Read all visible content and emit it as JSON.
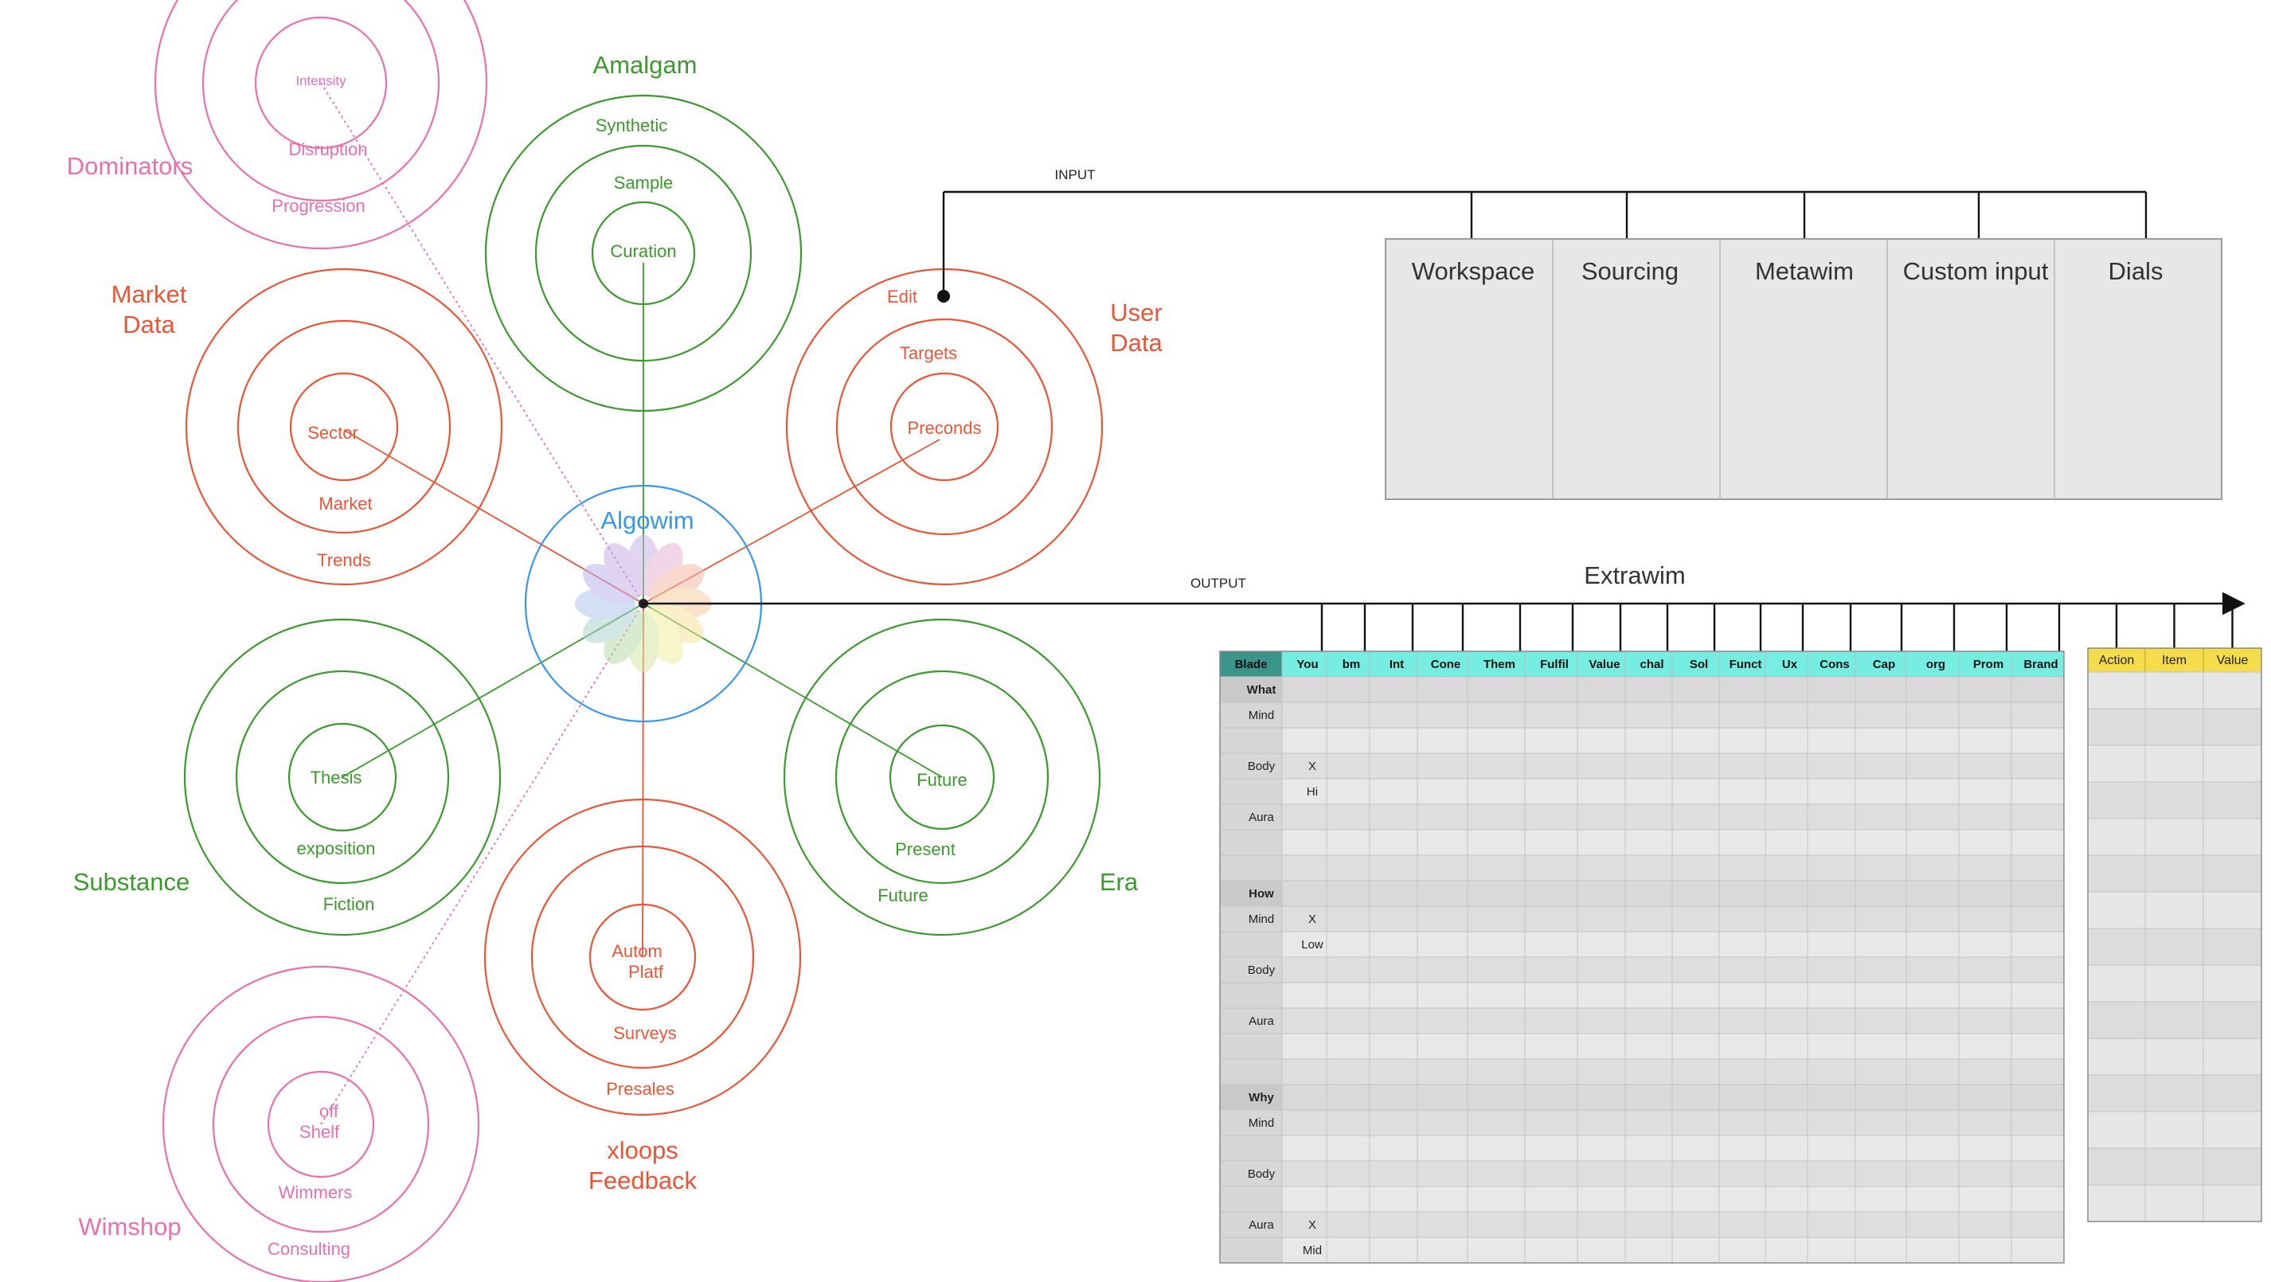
{
  "colors": {
    "pink": "#ea6fad",
    "red": "#ea5535",
    "green": "#3b9a2c",
    "blue": "#3796f0",
    "table_header": "#75ede0",
    "table_corner": "#3b9489",
    "side_header": "#f5dc4a",
    "cell": "#e8e8e8",
    "cell_alt": "#d9d9d9",
    "input_box": "#e7e7e7"
  },
  "groups": {
    "dominators": {
      "title": "Dominators",
      "rings": [
        "Intensity",
        "Disruption",
        "Progression"
      ]
    },
    "amalgam": {
      "title": "Amalgam",
      "rings": [
        "Curation",
        "Sample",
        "Synthetic"
      ]
    },
    "market_data": {
      "title_line1": "Market",
      "title_line2": "Data",
      "rings": [
        "Sector",
        "Market",
        "Trends"
      ]
    },
    "user_data": {
      "title_line1": "User",
      "title_line2": "Data",
      "rings": [
        "Preconds",
        "Targets",
        "Edit"
      ]
    },
    "algowim": {
      "title": "Algowim"
    },
    "substance": {
      "title": "Substance",
      "rings": [
        "Thesis",
        "exposition",
        "Fiction"
      ]
    },
    "era": {
      "title": "Era",
      "rings": [
        "Future",
        "Present",
        "Future"
      ]
    },
    "xloops": {
      "title_line1": "xloops",
      "title_line2": "Feedback",
      "rings_line1": "Autom",
      "rings_line2": "Platf",
      "rings": [
        "Surveys",
        "Presales"
      ]
    },
    "wimshop": {
      "title": "Wimshop",
      "rings_line1": "off",
      "rings_line2": "Shelf",
      "rings": [
        "Wimmers",
        "Consulting"
      ]
    }
  },
  "input": {
    "label": "INPUT",
    "boxes": [
      "Workspace",
      "Sourcing",
      "Metawim",
      "Custom input",
      "Dials"
    ]
  },
  "output": {
    "label": "OUTPUT",
    "title": "Extrawim"
  },
  "blade_table": {
    "columns": [
      "Blade",
      "You",
      "bm",
      "Int",
      "Cone",
      "Them",
      "Fulfil",
      "Value",
      "chal",
      "Sol",
      "Funct",
      "Ux",
      "Cons",
      "Cap",
      "org",
      "Prom",
      "Brand"
    ],
    "rows": [
      [
        "What",
        ""
      ],
      [
        "Mind",
        ""
      ],
      [
        "",
        ""
      ],
      [
        "Body",
        "X"
      ],
      [
        "",
        "Hi"
      ],
      [
        "Aura",
        ""
      ],
      [
        "",
        ""
      ],
      [
        "",
        ""
      ],
      [
        "How",
        ""
      ],
      [
        "Mind",
        "X"
      ],
      [
        "",
        "Low"
      ],
      [
        "Body",
        ""
      ],
      [
        "",
        ""
      ],
      [
        "Aura",
        ""
      ],
      [
        "",
        ""
      ],
      [
        "",
        ""
      ],
      [
        "Why",
        ""
      ],
      [
        "Mind",
        ""
      ],
      [
        "",
        ""
      ],
      [
        "Body",
        ""
      ],
      [
        "",
        ""
      ],
      [
        "Aura",
        "X"
      ],
      [
        "",
        "Mid"
      ]
    ],
    "section_rows": [
      0,
      8,
      16
    ]
  },
  "action_table": {
    "columns": [
      "Action",
      "Item",
      "Value"
    ],
    "row_count": 15
  }
}
